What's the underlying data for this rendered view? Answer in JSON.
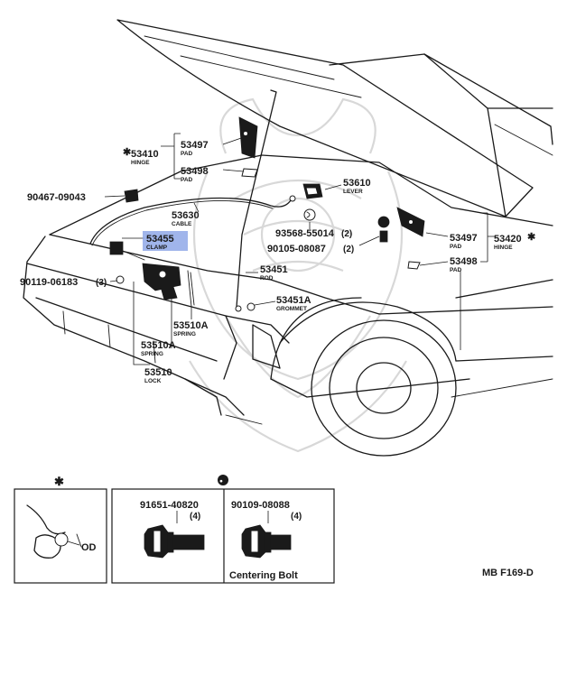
{
  "parts": {
    "p53497_top": {
      "number": "53497",
      "name": "PAD"
    },
    "p53410": {
      "number": "53410",
      "name": "HINGE",
      "mark": "✱"
    },
    "p53498_top": {
      "number": "53498",
      "name": "PAD"
    },
    "p90467": {
      "number": "90467-09043"
    },
    "p53610": {
      "number": "53610",
      "name": "LEVER"
    },
    "p53630": {
      "number": "53630",
      "name": "CABLE"
    },
    "p93568": {
      "number": "93568-55014",
      "qty": "(2)"
    },
    "p90105": {
      "number": "90105-08087",
      "qty": "(2)"
    },
    "p53455": {
      "number": "53455",
      "name": "CLAMP"
    },
    "p53497_right": {
      "number": "53497",
      "name": "PAD"
    },
    "p53420": {
      "number": "53420",
      "name": "HINGE",
      "mark": "✱"
    },
    "p53498_right": {
      "number": "53498",
      "name": "PAD"
    },
    "p53451": {
      "number": "53451",
      "name": "ROD"
    },
    "p90119": {
      "number": "90119-06183",
      "qty": "(3)"
    },
    "p53451A": {
      "number": "53451A",
      "name": "GROMMET"
    },
    "p53510A_1": {
      "number": "53510A",
      "name": "SPRING"
    },
    "p53510A_2": {
      "number": "53510A",
      "name": "SPRING"
    },
    "p53510": {
      "number": "53510",
      "name": "LOCK"
    }
  },
  "detail": {
    "asterisk_mark": "✱",
    "circle_mark": "●",
    "od_label": "OD",
    "bolt1": {
      "number": "91651-40820",
      "qty": "(4)"
    },
    "bolt2": {
      "number": "90109-08088",
      "qty": "(4)",
      "caption": "Centering Bolt"
    }
  },
  "figure_code": "MB F169-D",
  "highlight_color": "#8fa8e8"
}
